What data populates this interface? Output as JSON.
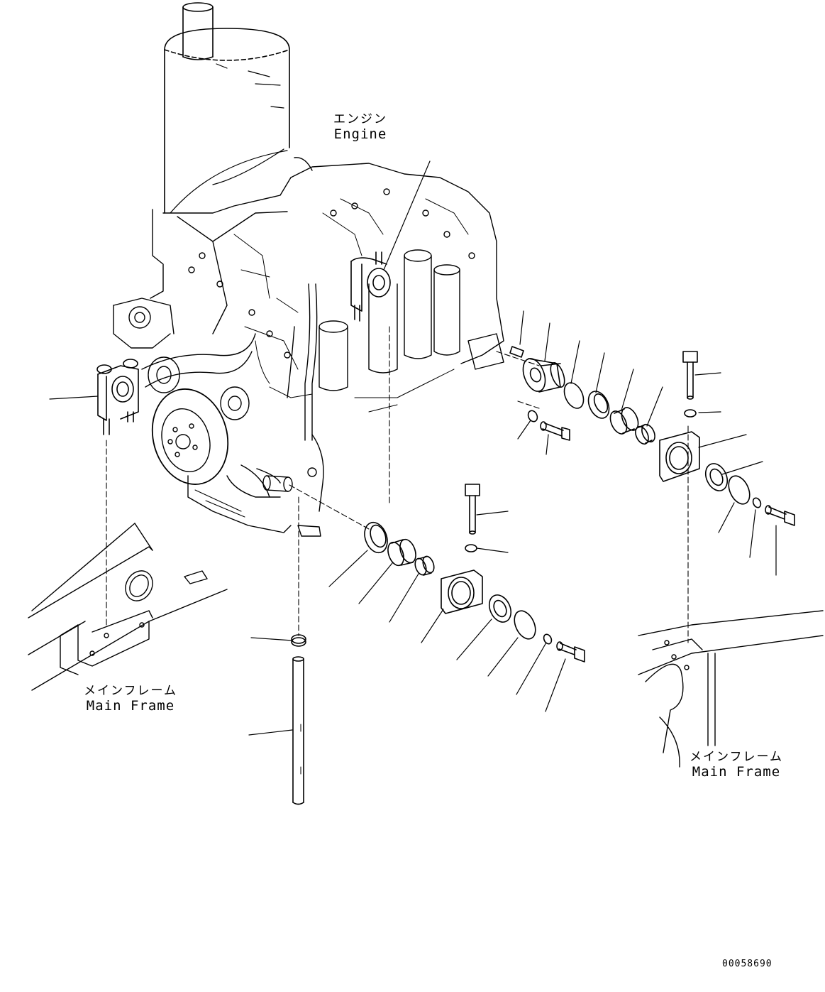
{
  "labels": {
    "engine": {
      "jp": "エンジン",
      "en": "Engine"
    },
    "main_frame_left": {
      "jp": "メインフレーム",
      "en": "Main Frame"
    },
    "main_frame_right": {
      "jp": "メインフレーム",
      "en": "Main Frame"
    }
  },
  "drawing_number": "00058690"
}
